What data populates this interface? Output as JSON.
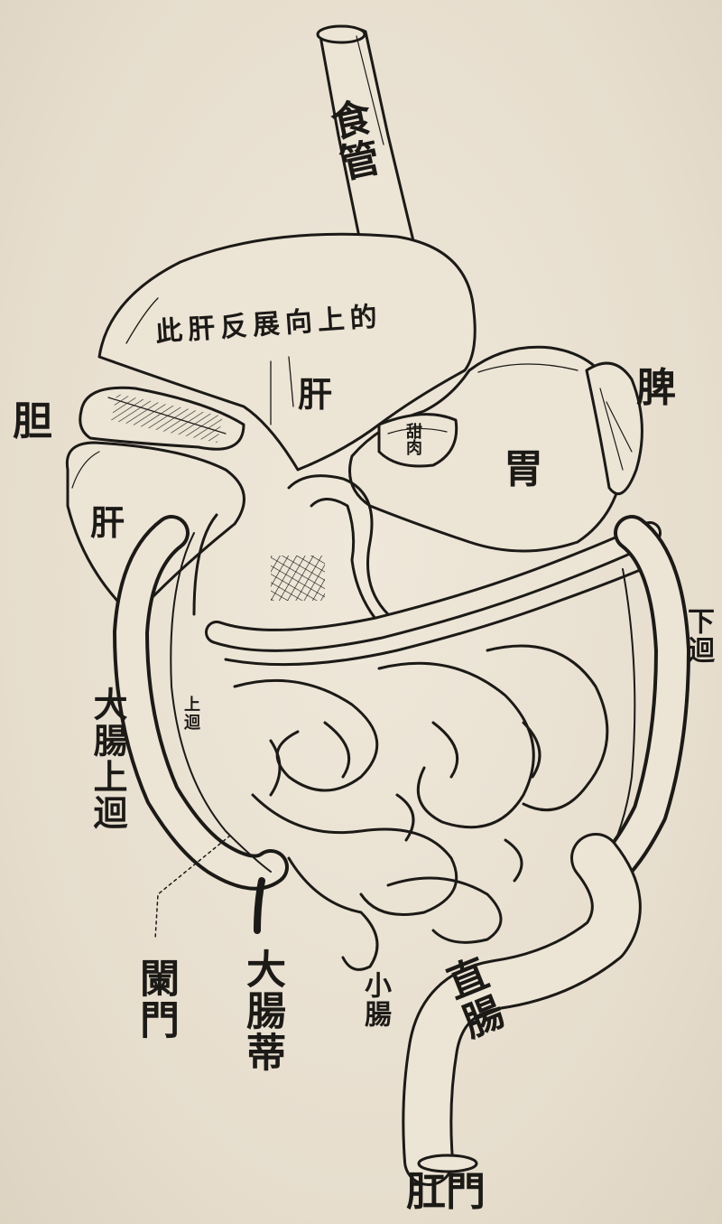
{
  "labels": {
    "esophagus": "食管",
    "liver_note": "此肝反展向上的",
    "liver_upper": "肝",
    "liver_lower": "肝",
    "gallbladder": "胆",
    "spleen": "脾",
    "stomach": "胃",
    "pancreas": "甜肉",
    "upper_colon": "大腸上迴",
    "upper_colon_small": "上迴",
    "lower_colon": "下迴",
    "pylorus": "闌門",
    "appendix": "大腸蒂",
    "small_intestine": "小腸",
    "rectum": "直腸",
    "anus": "肛門"
  },
  "colors": {
    "ink": "#1c1a17",
    "paper": "#e9e1d2"
  }
}
